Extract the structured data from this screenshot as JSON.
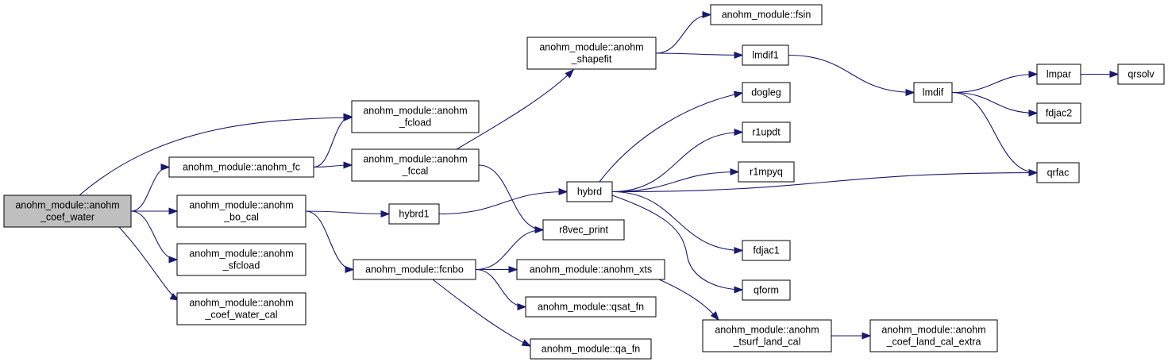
{
  "title": "",
  "colors": {
    "edge": "#191970",
    "root_fill": "#bfbfbf",
    "node_fill": "#ffffff",
    "border": "#000000"
  },
  "nodes": [
    {
      "id": "coef_water",
      "lines": [
        "anohm_module::anohm",
        "_coef_water"
      ],
      "root": true
    },
    {
      "id": "fcload",
      "lines": [
        "anohm_module::anohm",
        "_fcload"
      ]
    },
    {
      "id": "fc",
      "lines": [
        "anohm_module::anohm_fc"
      ]
    },
    {
      "id": "bo_cal",
      "lines": [
        "anohm_module::anohm",
        "_bo_cal"
      ]
    },
    {
      "id": "sfcload",
      "lines": [
        "anohm_module::anohm",
        "_sfcload"
      ]
    },
    {
      "id": "coef_water_cal",
      "lines": [
        "anohm_module::anohm",
        "_coef_water_cal"
      ]
    },
    {
      "id": "fccal",
      "lines": [
        "anohm_module::anohm",
        "_fccal"
      ]
    },
    {
      "id": "shapefit",
      "lines": [
        "anohm_module::anohm",
        "_shapefit"
      ]
    },
    {
      "id": "hybrd1",
      "lines": [
        "hybrd1"
      ]
    },
    {
      "id": "fcnbo",
      "lines": [
        "anohm_module::fcnbo"
      ]
    },
    {
      "id": "fsin",
      "lines": [
        "anohm_module::fsin"
      ]
    },
    {
      "id": "lmdif1",
      "lines": [
        "lmdif1"
      ]
    },
    {
      "id": "hybrd",
      "lines": [
        "hybrd"
      ]
    },
    {
      "id": "r8vec_print",
      "lines": [
        "r8vec_print"
      ]
    },
    {
      "id": "xts",
      "lines": [
        "anohm_module::anohm_xts"
      ]
    },
    {
      "id": "qsat_fn",
      "lines": [
        "anohm_module::qsat_fn"
      ]
    },
    {
      "id": "qa_fn",
      "lines": [
        "anohm_module::qa_fn"
      ]
    },
    {
      "id": "dogleg",
      "lines": [
        "dogleg"
      ]
    },
    {
      "id": "r1updt",
      "lines": [
        "r1updt"
      ]
    },
    {
      "id": "r1mpyq",
      "lines": [
        "r1mpyq"
      ]
    },
    {
      "id": "fdjac1",
      "lines": [
        "fdjac1"
      ]
    },
    {
      "id": "qform",
      "lines": [
        "qform"
      ]
    },
    {
      "id": "tsurf_land_cal",
      "lines": [
        "anohm_module::anohm",
        "_tsurf_land_cal"
      ]
    },
    {
      "id": "coef_land_cal_extra",
      "lines": [
        "anohm_module::anohm",
        "_coef_land_cal_extra"
      ]
    },
    {
      "id": "lmdif",
      "lines": [
        "lmdif"
      ]
    },
    {
      "id": "lmpar",
      "lines": [
        "lmpar"
      ]
    },
    {
      "id": "fdjac2",
      "lines": [
        "fdjac2"
      ]
    },
    {
      "id": "qrfac",
      "lines": [
        "qrfac"
      ]
    },
    {
      "id": "qrsolv",
      "lines": [
        "qrsolv"
      ]
    }
  ],
  "edges": [
    {
      "from": "coef_water",
      "to": "fcload"
    },
    {
      "from": "coef_water",
      "to": "fc"
    },
    {
      "from": "coef_water",
      "to": "bo_cal"
    },
    {
      "from": "coef_water",
      "to": "sfcload"
    },
    {
      "from": "coef_water",
      "to": "coef_water_cal"
    },
    {
      "from": "fc",
      "to": "fcload"
    },
    {
      "from": "fc",
      "to": "fccal"
    },
    {
      "from": "fccal",
      "to": "shapefit"
    },
    {
      "from": "fccal",
      "to": "r8vec_print"
    },
    {
      "from": "bo_cal",
      "to": "hybrd1"
    },
    {
      "from": "bo_cal",
      "to": "fcnbo"
    },
    {
      "from": "shapefit",
      "to": "fsin"
    },
    {
      "from": "shapefit",
      "to": "lmdif1"
    },
    {
      "from": "hybrd1",
      "to": "hybrd"
    },
    {
      "from": "fcnbo",
      "to": "r8vec_print"
    },
    {
      "from": "fcnbo",
      "to": "xts"
    },
    {
      "from": "fcnbo",
      "to": "qsat_fn"
    },
    {
      "from": "fcnbo",
      "to": "qa_fn"
    },
    {
      "from": "hybrd",
      "to": "dogleg"
    },
    {
      "from": "hybrd",
      "to": "r1updt"
    },
    {
      "from": "hybrd",
      "to": "r1mpyq"
    },
    {
      "from": "hybrd",
      "to": "qrfac"
    },
    {
      "from": "hybrd",
      "to": "fdjac1"
    },
    {
      "from": "hybrd",
      "to": "qform"
    },
    {
      "from": "xts",
      "to": "tsurf_land_cal"
    },
    {
      "from": "tsurf_land_cal",
      "to": "coef_land_cal_extra"
    },
    {
      "from": "lmdif1",
      "to": "lmdif"
    },
    {
      "from": "lmdif",
      "to": "lmpar"
    },
    {
      "from": "lmdif",
      "to": "fdjac2"
    },
    {
      "from": "lmdif",
      "to": "qrfac"
    },
    {
      "from": "lmpar",
      "to": "qrsolv"
    }
  ]
}
